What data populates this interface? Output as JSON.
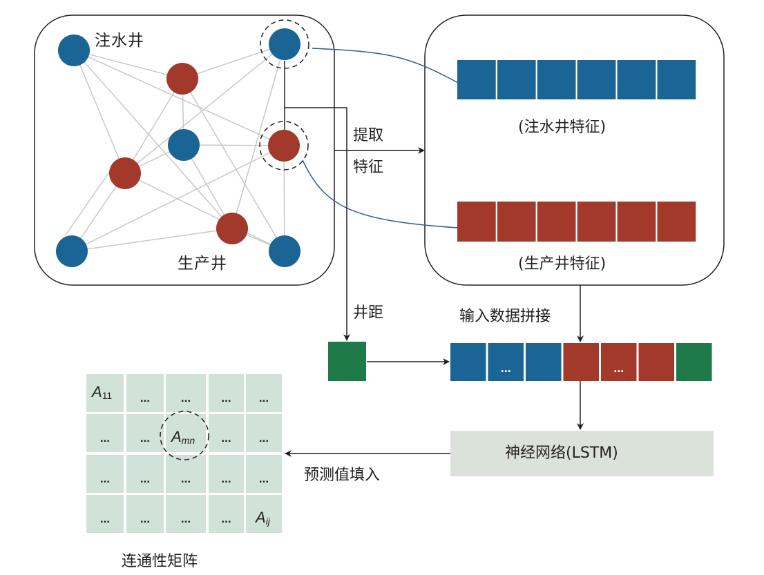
{
  "colors": {
    "injector": "#1a6496",
    "producer": "#a2392b",
    "distance": "#1e7a48",
    "matrix_cell": "#d1e2d8",
    "lstm_box": "#dbe2d9",
    "edge": "#c8c8c8",
    "connector": "#2e5c9a",
    "ink": "#231f20"
  },
  "network": {
    "injector_label": "注水井",
    "producer_label": "生产井",
    "nodes": [
      {
        "id": "inj_tl",
        "type": "injector"
      },
      {
        "id": "inj_tr",
        "type": "injector",
        "highlighted": true
      },
      {
        "id": "prod_top",
        "type": "producer"
      },
      {
        "id": "inj_center",
        "type": "injector"
      },
      {
        "id": "prod_right",
        "type": "producer",
        "highlighted": true
      },
      {
        "id": "prod_left",
        "type": "producer"
      },
      {
        "id": "prod_bottom",
        "type": "producer"
      },
      {
        "id": "inj_bl",
        "type": "injector"
      },
      {
        "id": "inj_br",
        "type": "injector"
      }
    ],
    "edges": [
      [
        "inj_tl",
        "prod_top"
      ],
      [
        "inj_tl",
        "prod_right"
      ],
      [
        "inj_tl",
        "prod_bottom"
      ],
      [
        "inj_tl",
        "prod_left"
      ],
      [
        "inj_tr",
        "prod_top"
      ],
      [
        "inj_tr",
        "prod_left"
      ],
      [
        "inj_tr",
        "prod_bottom"
      ],
      [
        "prod_top",
        "inj_center"
      ],
      [
        "prod_top",
        "inj_br"
      ],
      [
        "prod_top",
        "prod_left"
      ],
      [
        "inj_center",
        "prod_right"
      ],
      [
        "inj_center",
        "prod_left"
      ],
      [
        "inj_center",
        "prod_bottom"
      ],
      [
        "prod_right",
        "inj_bl"
      ],
      [
        "prod_right",
        "inj_br"
      ],
      [
        "prod_left",
        "inj_bl"
      ],
      [
        "prod_left",
        "inj_br"
      ],
      [
        "prod_bottom",
        "inj_bl"
      ],
      [
        "prod_bottom",
        "inj_br"
      ]
    ]
  },
  "features": {
    "injector_caption": "(注水井特征)",
    "producer_caption": "(生产井特征)",
    "injector_cells": 6,
    "producer_cells": 6
  },
  "labels": {
    "extract_line1": "提取",
    "extract_line2": "特征",
    "well_distance": "井距",
    "concat": "输入数据拼接",
    "fill_prediction": "预测值填入",
    "matrix_caption": "连通性矩阵"
  },
  "concat_bar": {
    "cells": [
      {
        "type": "injector",
        "text": ""
      },
      {
        "type": "injector",
        "text": "..."
      },
      {
        "type": "injector",
        "text": ""
      },
      {
        "type": "producer",
        "text": ""
      },
      {
        "type": "producer",
        "text": "..."
      },
      {
        "type": "producer",
        "text": ""
      },
      {
        "type": "distance",
        "text": ""
      }
    ]
  },
  "lstm": {
    "label": "神经网络(LSTM)"
  },
  "matrix": {
    "rows": [
      [
        {
          "base": "A",
          "sub": "11"
        },
        "...",
        "...",
        "...",
        "..."
      ],
      [
        "...",
        "...",
        {
          "base": "A",
          "sub": "mn",
          "highlighted": true
        },
        "...",
        "..."
      ],
      [
        "...",
        "...",
        "...",
        "...",
        "..."
      ],
      [
        "...",
        "...",
        "...",
        "...",
        {
          "base": "A",
          "sub": "ij"
        }
      ]
    ]
  }
}
